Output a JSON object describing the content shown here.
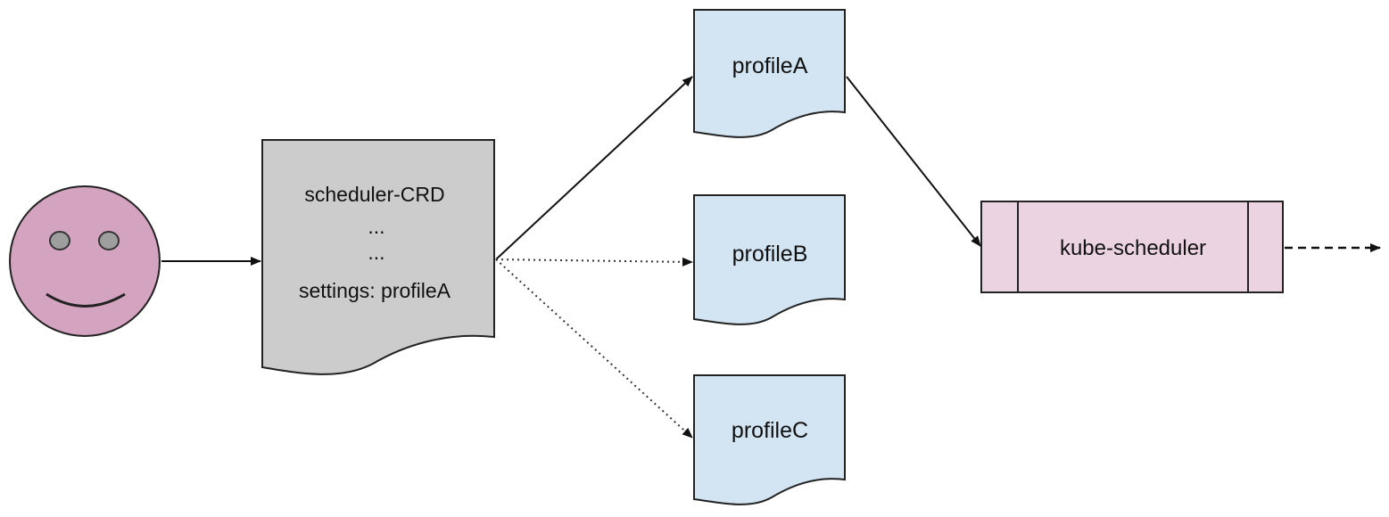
{
  "user": {
    "icon": "smiley-face-icon",
    "color": "#d4a3bf"
  },
  "crd_document": {
    "lines": [
      "scheduler-CRD",
      "...",
      "...",
      "settings: profileA"
    ],
    "color": "#cccccc"
  },
  "profiles": [
    {
      "label": "profileA",
      "color": "#d3e5f3"
    },
    {
      "label": "profileB",
      "color": "#d3e5f3"
    },
    {
      "label": "profileC",
      "color": "#d3e5f3"
    }
  ],
  "scheduler": {
    "label": "kube-scheduler",
    "color": "#ecd3e2"
  },
  "edges": [
    {
      "from": "user",
      "to": "crd_document",
      "style": "solid"
    },
    {
      "from": "crd_document",
      "to": "profileA",
      "style": "solid"
    },
    {
      "from": "crd_document",
      "to": "profileB",
      "style": "dotted"
    },
    {
      "from": "crd_document",
      "to": "profileC",
      "style": "dotted"
    },
    {
      "from": "profileA",
      "to": "kube-scheduler",
      "style": "solid"
    },
    {
      "from": "kube-scheduler",
      "to": "output",
      "style": "dashed"
    }
  ]
}
